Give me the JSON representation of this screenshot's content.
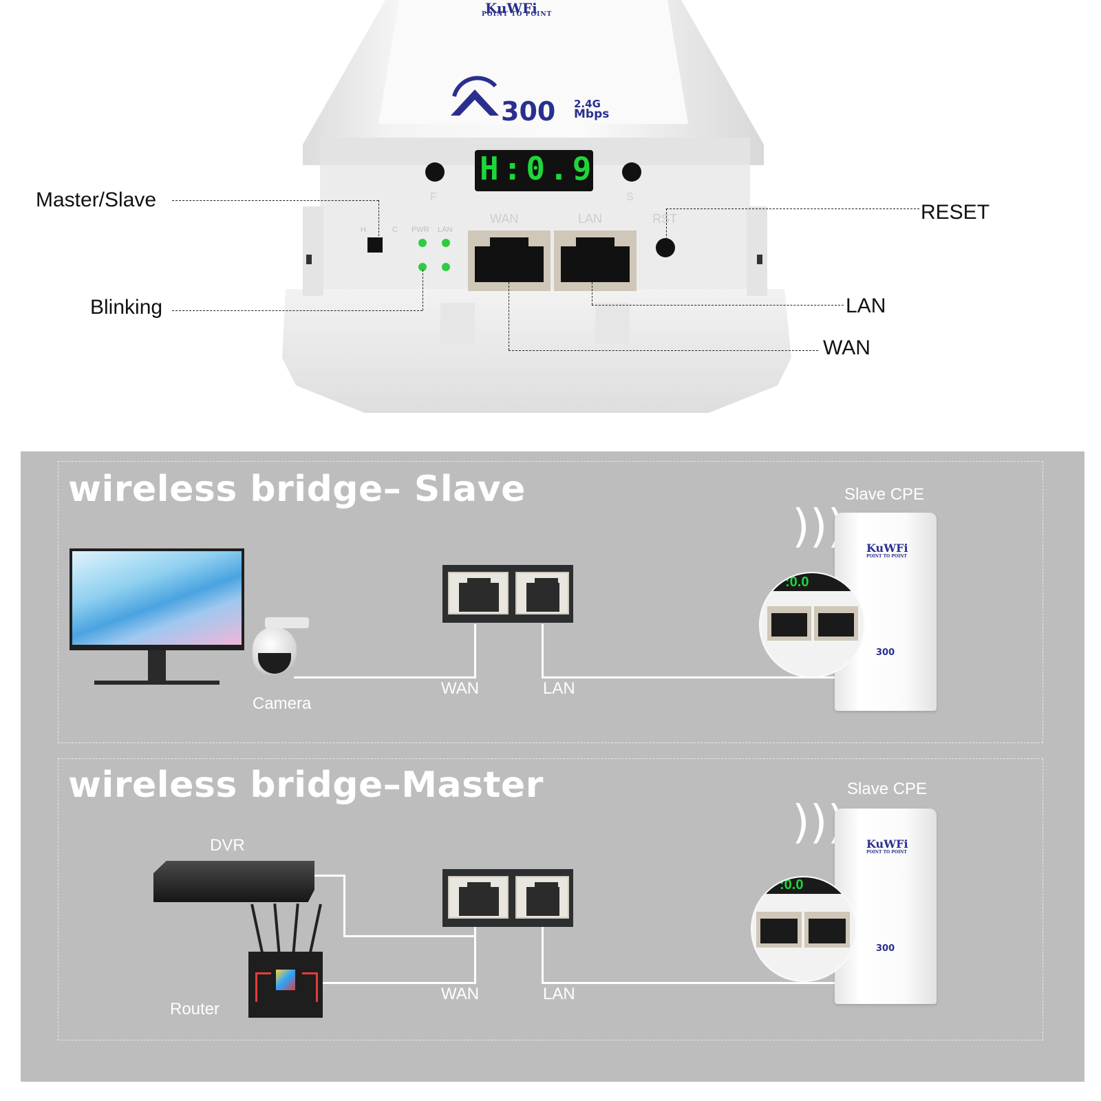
{
  "device": {
    "brand": "KuWFi",
    "brand_sub": "POINT TO POINT",
    "speed": "300",
    "band": "2.4G",
    "speed_unit": "Mbps",
    "display_digits": "H:0.9",
    "button_f": "F",
    "button_s": "S",
    "switch_h": "H",
    "switch_c": "C",
    "led_pwr": "PWR",
    "led_lan": "LAN",
    "port_wan": "WAN",
    "port_lan": "LAN",
    "reset_label": "RST",
    "display_color": "#1fd63a",
    "led_color": "#2ecc40"
  },
  "callouts": {
    "master_slave": "Master/Slave",
    "blinking": "Blinking",
    "reset": "RESET",
    "lan": "LAN",
    "wan": "WAN"
  },
  "slave_section": {
    "title": "wireless bridge– Slave",
    "camera_label": "Camera",
    "wan_label": "WAN",
    "lan_label": "LAN",
    "cpe_label": "Slave CPE"
  },
  "master_section": {
    "title": "wireless bridge–Master",
    "dvr_label": "DVR",
    "router_label": "Router",
    "wan_label": "WAN",
    "lan_label": "LAN",
    "cpe_label": "Slave CPE"
  },
  "colors": {
    "panel_bg": "#bdbdbd",
    "brand_blue": "#2a2f8f"
  }
}
